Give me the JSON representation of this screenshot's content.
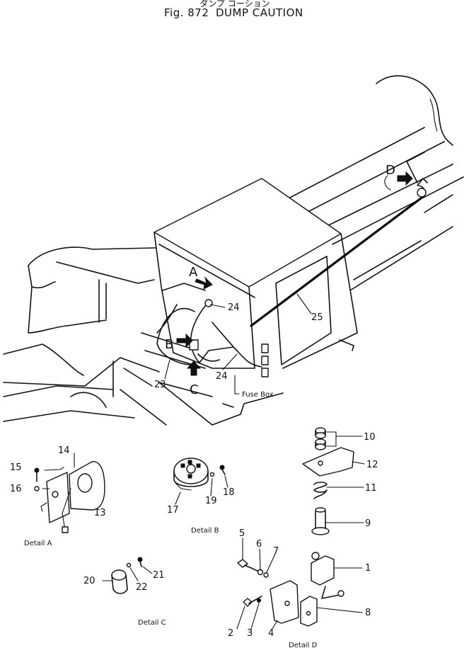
{
  "header": {
    "japanese_title": "ダンプ コーション",
    "fig_label": "Fig. 872",
    "title": "DUMP CAUTION"
  },
  "callouts": {
    "A": "A",
    "B": "B",
    "C": "C",
    "D": "D"
  },
  "part_numbers": {
    "n1": "1",
    "n2": "2",
    "n3": "3",
    "n4": "4",
    "n5": "5",
    "n6": "6",
    "n7": "7",
    "n8": "8",
    "n9": "9",
    "n10": "10",
    "n11": "11",
    "n12": "12",
    "n13": "13",
    "n14": "14",
    "n15": "15",
    "n16": "16",
    "n17": "17",
    "n18": "18",
    "n19": "19",
    "n20": "20",
    "n21": "21",
    "n22": "22",
    "n23": "23",
    "n24a": "24",
    "n24b": "24",
    "n25": "25"
  },
  "captions": {
    "fuse_box": "Fuse Box",
    "detail_a": "Detail A",
    "detail_b": "Detail B",
    "detail_c": "Detail C",
    "detail_d": "Detail D"
  }
}
